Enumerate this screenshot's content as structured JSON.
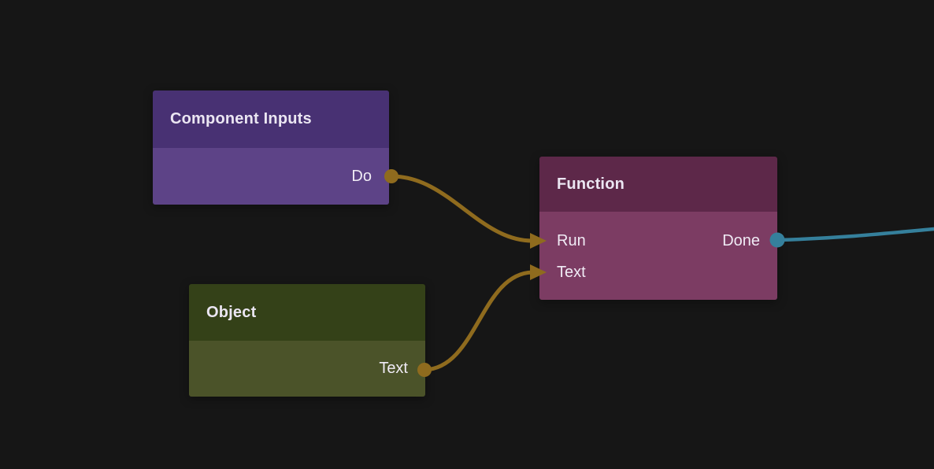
{
  "app": {
    "background_color": "#161616",
    "text_color": "#ebe6f2"
  },
  "nodes": [
    {
      "id": "component-inputs",
      "title": "Component Inputs",
      "colors": {
        "header": "#483173",
        "body": "#5d4387"
      },
      "outputs": [
        {
          "id": "do",
          "label": "Do",
          "port_color": "#8f6b1e"
        }
      ]
    },
    {
      "id": "object",
      "title": "Object",
      "colors": {
        "header": "#344118",
        "body": "#4b5329"
      },
      "outputs": [
        {
          "id": "text",
          "label": "Text",
          "port_color": "#8f6b1e"
        }
      ]
    },
    {
      "id": "function",
      "title": "Function",
      "colors": {
        "header": "#5d2849",
        "body": "#7c3c63"
      },
      "inputs": [
        {
          "id": "run",
          "label": "Run"
        },
        {
          "id": "text",
          "label": "Text"
        }
      ],
      "outputs": [
        {
          "id": "done",
          "label": "Done",
          "port_color": "#35809c"
        }
      ]
    }
  ],
  "wires": [
    {
      "id": "do-to-run",
      "color": "#8f6b1e",
      "from": "Component Inputs / Do",
      "to": "Function / Run"
    },
    {
      "id": "object-text-to-function-text",
      "color": "#8f6b1e",
      "from": "Object / Text",
      "to": "Function / Text"
    },
    {
      "id": "done-to-offscreen-right",
      "color": "#35809c",
      "from": "Function / Done",
      "to": "offscreen-right"
    }
  ]
}
